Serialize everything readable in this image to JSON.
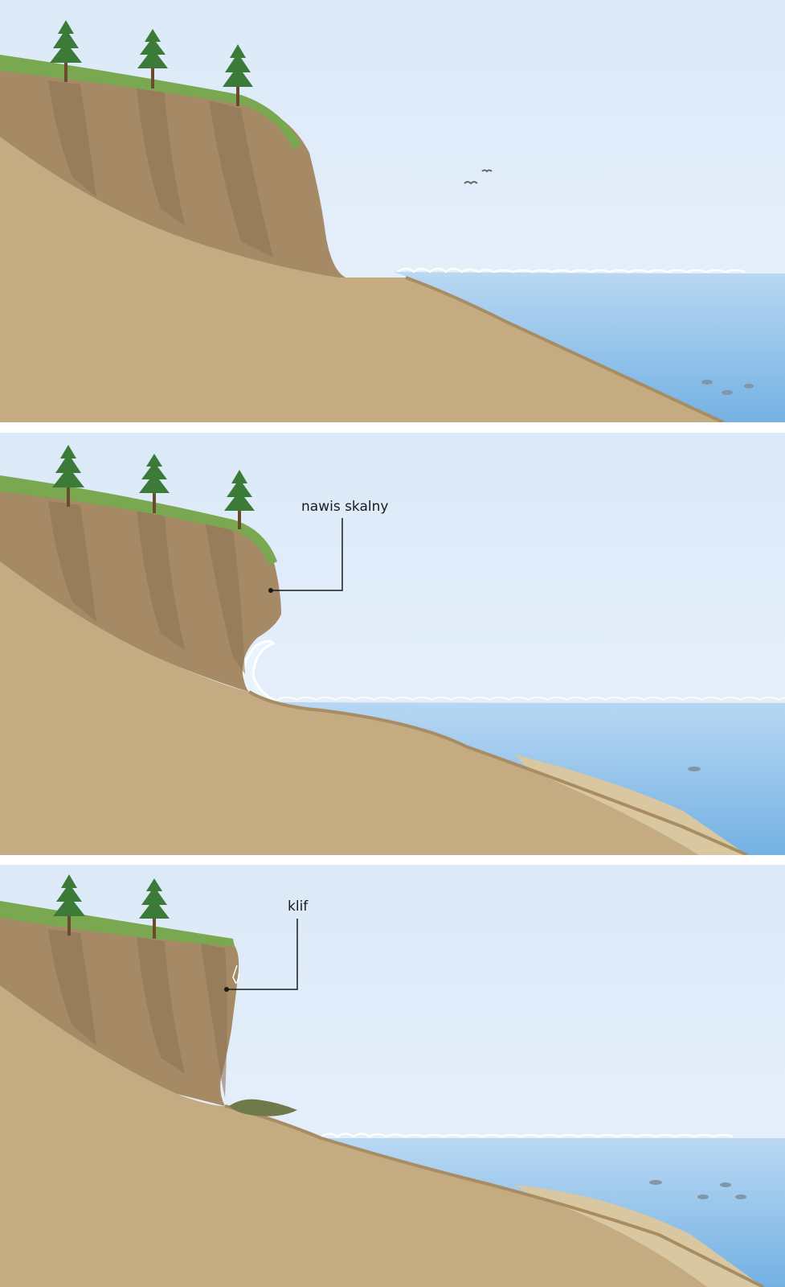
{
  "panels": [
    {
      "id": "stage-1"
    },
    {
      "id": "stage-2",
      "label": "nawis skalny"
    },
    {
      "id": "stage-3",
      "label": "klif"
    }
  ],
  "colors": {
    "sky_top": "#dbe9f8",
    "sky_bottom": "#eaf2fb",
    "sea_top": "#b5d6f3",
    "sea_bottom": "#72b0e3",
    "ground": "#c4ab82",
    "cliff_face": "#a68a66",
    "cliff_shadow": "#8f7556",
    "grass": "#7aa850",
    "sand": "#d8c7a0",
    "tree_trunk": "#6b4a2e",
    "tree_foliage": "#3c7a38",
    "leader_line": "#1a1a1a"
  }
}
